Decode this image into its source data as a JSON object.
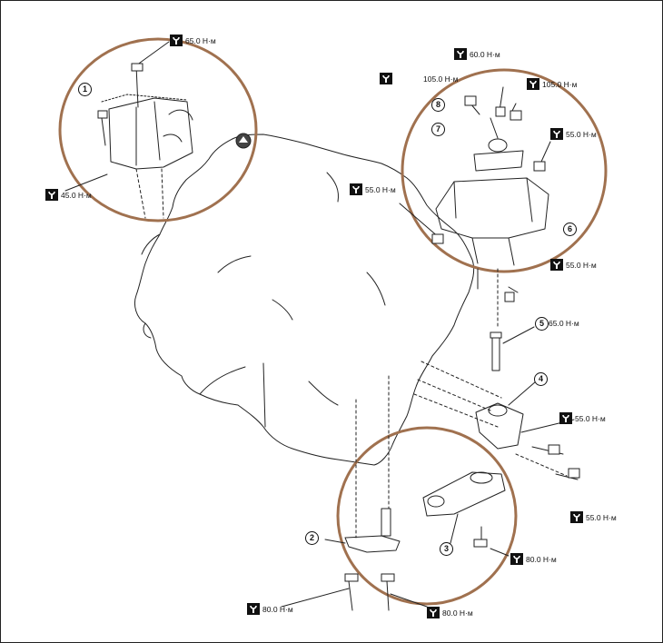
{
  "colors": {
    "highlight_ring": "#a0714f",
    "line": "#222222",
    "background": "#ffffff"
  },
  "icons": {
    "torque": "torque-wrench-icon",
    "engine_mark": "engine-front-mark-icon"
  },
  "torques": [
    {
      "id": "t1",
      "value": "65.0 Н·м"
    },
    {
      "id": "t2",
      "value": "45.0 Н·м"
    },
    {
      "id": "t3",
      "value": "60.0 Н·м"
    },
    {
      "id": "t4",
      "value": "105.0 Н·м"
    },
    {
      "id": "t5",
      "value": "105.0 Н·м"
    },
    {
      "id": "t6",
      "value": "55.0 Н·м"
    },
    {
      "id": "t7",
      "value": "55.0 Н·м"
    },
    {
      "id": "t8",
      "value": "55.0 Н·м"
    },
    {
      "id": "t9",
      "value": "65.0 Н·м"
    },
    {
      "id": "t10",
      "value": "55.0 Н·м"
    },
    {
      "id": "t11",
      "value": "55.0 Н·м"
    },
    {
      "id": "t12",
      "value": "80.0 Н·м"
    },
    {
      "id": "t13",
      "value": "80.0 Н·м"
    },
    {
      "id": "t14",
      "value": "80.0 Н·м"
    }
  ],
  "callouts": [
    "1",
    "2",
    "3",
    "4",
    "5",
    "6",
    "7",
    "8"
  ]
}
